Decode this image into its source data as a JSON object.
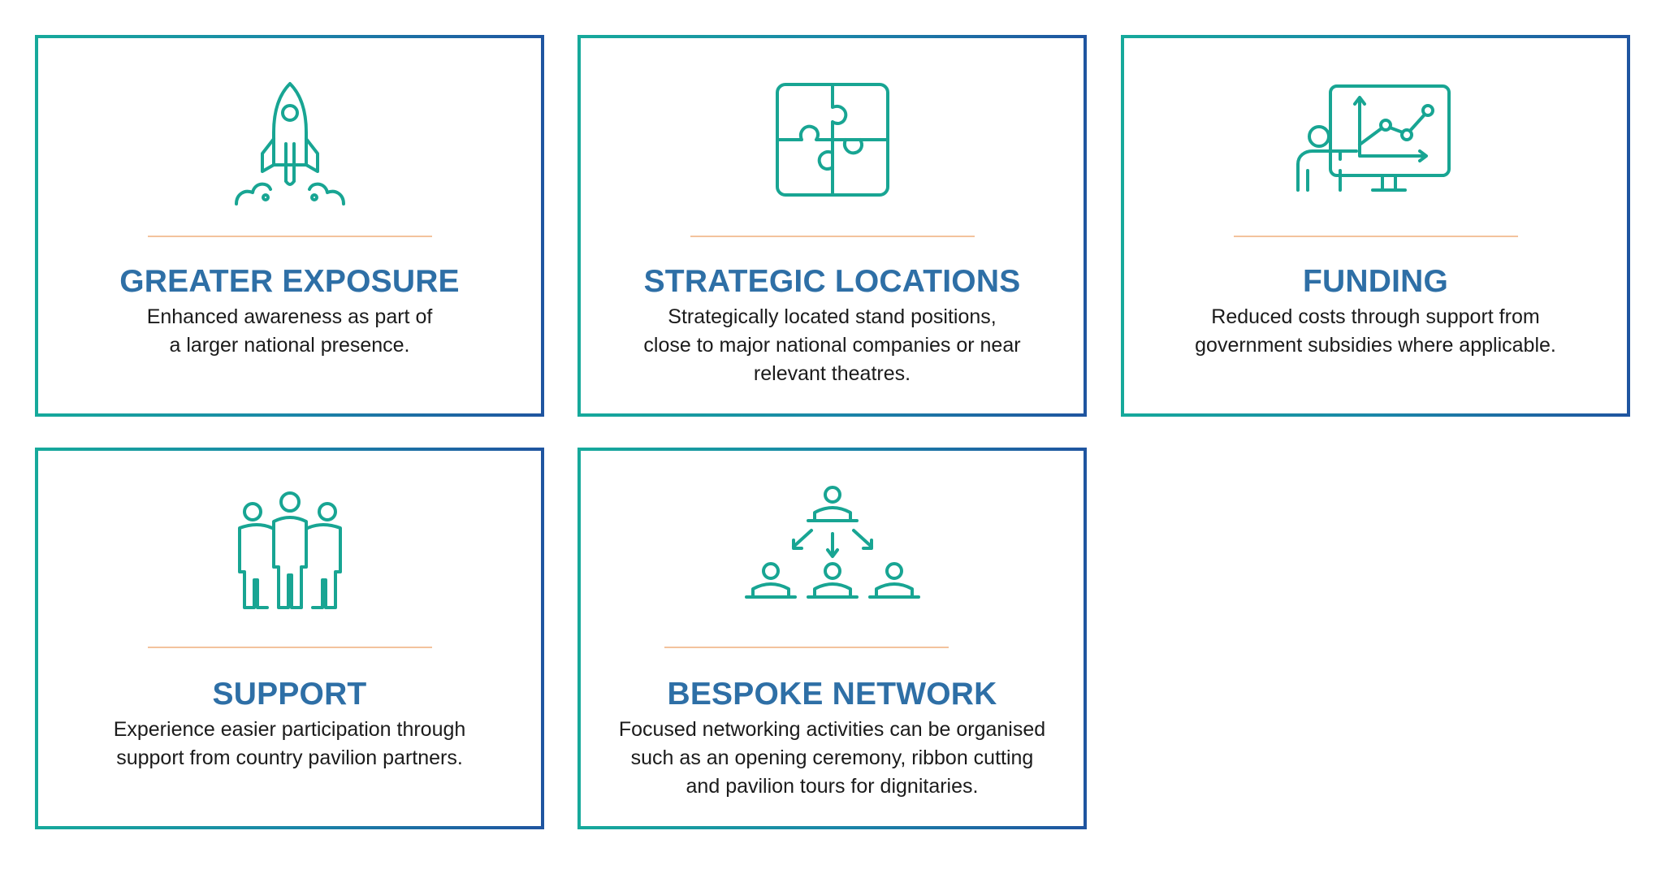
{
  "colors": {
    "border_start": "#16a99b",
    "border_end": "#1f55a0",
    "icon": "#18a593",
    "title": "#2e6fa6",
    "divider": "#f3c39d",
    "text": "#1b1b1b"
  },
  "cards": [
    {
      "icon": "rocket-icon",
      "title": "GREATER EXPOSURE",
      "description": "Enhanced awareness as part of\na larger national presence."
    },
    {
      "icon": "puzzle-icon",
      "title": "STRATEGIC LOCATIONS",
      "description": "Strategically located stand positions,\nclose to major national companies or near\nrelevant theatres."
    },
    {
      "icon": "presentation-chart-icon",
      "title": "FUNDING",
      "description": "Reduced costs through support from\ngovernment subsidies where applicable."
    },
    {
      "icon": "group-people-icon",
      "title": "SUPPORT",
      "description": "Experience easier participation through\nsupport from country pavilion partners."
    },
    {
      "icon": "network-hierarchy-icon",
      "title": "BESPOKE NETWORK",
      "description": "Focused networking activities can be organised\nsuch as an opening ceremony, ribbon cutting\nand pavilion tours for dignitaries."
    }
  ]
}
